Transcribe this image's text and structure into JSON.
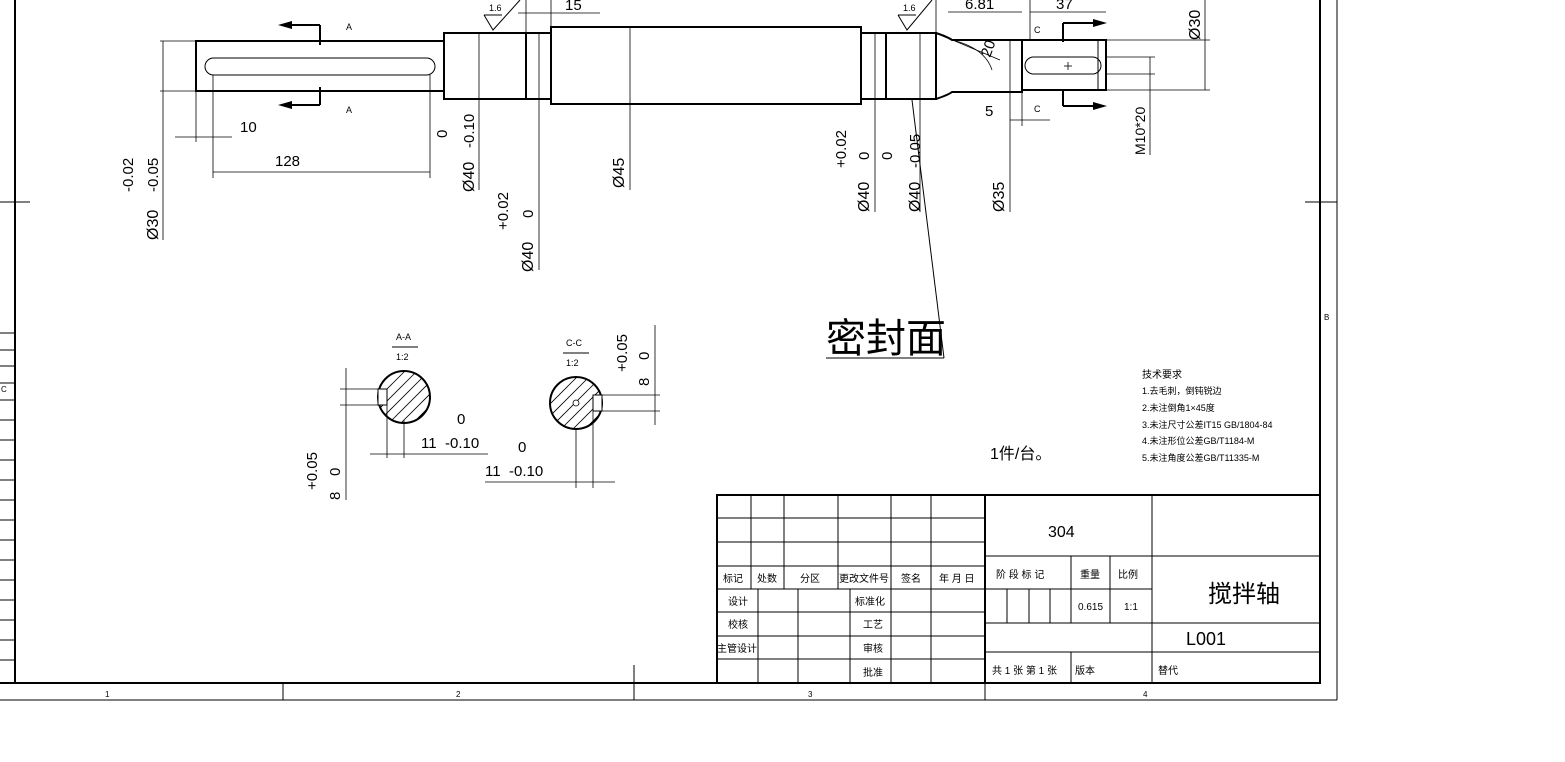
{
  "drawing": {
    "dims": {
      "a_label": "A",
      "c_label": "C",
      "d10": "10",
      "d128": "128",
      "d15": "15",
      "d37": "37",
      "d5": "5",
      "d681": "6.81",
      "d20": "20",
      "d30": "Ø30",
      "m10": "M10*20",
      "d45": "Ø45",
      "d35": "Ø35",
      "d40": "Ø40",
      "tol_m002": "-0.02",
      "tol_zero": "0",
      "tol_p002": "+0.02",
      "tol_m005": "-0.05",
      "tol_m010": "-0.10",
      "tol_p005": "+0.05",
      "rough": "1.6",
      "d11": "11",
      "d8": "8"
    },
    "sections": {
      "aa_label": "A-A",
      "cc_label": "C-C",
      "scale": "1:2"
    },
    "seal_label": "密封面",
    "tech_requirements": {
      "title": "技术要求",
      "items": [
        "1.去毛刺，倒钝锐边",
        "2.未注倒角1×45度",
        "3.未注尺寸公差IT15 GB/1804-84",
        "4.未注形位公差GB/T1184-M",
        "5.未注角度公差GB/T11335-M"
      ]
    },
    "quantity_note": "1件/台。",
    "frame": {
      "zones_bottom": [
        "1",
        "2",
        "3",
        "4"
      ],
      "zone_right": "B",
      "zone_left": "C"
    },
    "title_block": {
      "material": "304",
      "part_name": "搅拌轴",
      "drawing_no": "L001",
      "weight": "0.615",
      "scale": "1:1",
      "hdr_mark": "标记",
      "hdr_count": "处数",
      "hdr_zone": "分区",
      "hdr_doc": "更改文件号",
      "hdr_sign": "签名",
      "hdr_date": "年 月 日",
      "stage_mark": "阶 段 标 记",
      "weight_label": "重量",
      "scale_label": "比例",
      "design": "设计",
      "standardize": "标准化",
      "check": "校核",
      "process": "工艺",
      "chief": "主管设计",
      "review": "审核",
      "approve": "批准",
      "sheets": "共 1 张  第 1 张",
      "version": "版本",
      "replace": "替代"
    }
  }
}
